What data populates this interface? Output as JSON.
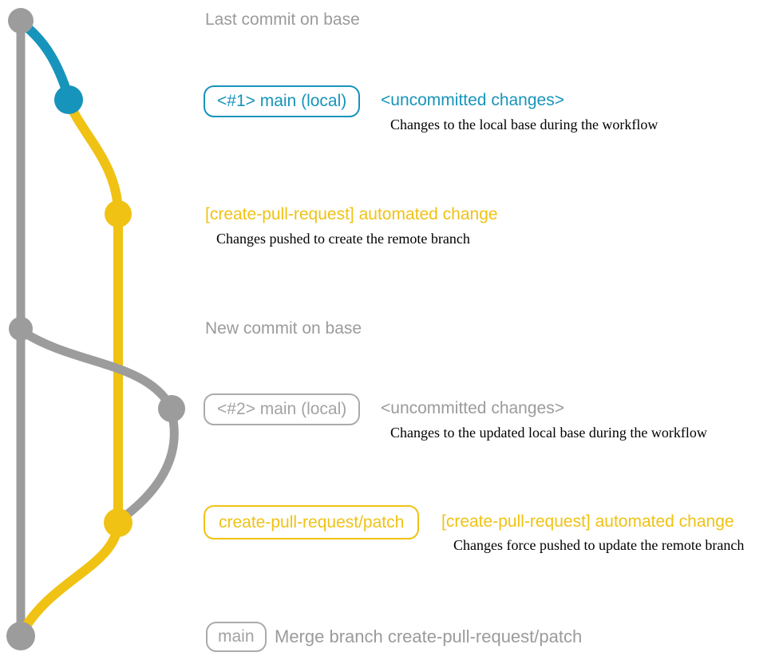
{
  "colors": {
    "gray": "#9c9c9c",
    "teal": "#1794bb",
    "yellow": "#f0c214",
    "caption_text": "#000000",
    "background": "#ffffff"
  },
  "rows": {
    "last_commit": {
      "label": "Last commit on base"
    },
    "row1": {
      "badge": "<#1> main (local)",
      "status": "<uncommitted changes>",
      "caption": "Changes to the local base during the workflow"
    },
    "row2": {
      "message": "[create-pull-request] automated change",
      "caption": "Changes pushed to create the remote branch"
    },
    "new_commit": {
      "label": "New commit on base"
    },
    "row3": {
      "badge": "<#2> main (local)",
      "status": "<uncommitted changes>",
      "caption": "Changes to the updated local base during the workflow"
    },
    "row4": {
      "badge": "create-pull-request/patch",
      "message": "[create-pull-request] automated change",
      "caption": "Changes force pushed to update the remote branch"
    },
    "row5": {
      "badge": "main",
      "label": "Merge branch create-pull-request/patch"
    }
  },
  "graph": {
    "type": "git-branch-diagram",
    "branches": [
      {
        "name": "base",
        "color_name": "gray"
      },
      {
        "name": "main (local)",
        "color_name": "teal-then-gray"
      },
      {
        "name": "create-pull-request/patch",
        "color_name": "yellow"
      }
    ],
    "commits": [
      {
        "order": 1,
        "dot_color": "gray",
        "annotation": "Last commit on base"
      },
      {
        "order": 2,
        "dot_color": "teal",
        "annotation": "<#1> main (local) <uncommitted changes>"
      },
      {
        "order": 3,
        "dot_color": "yellow",
        "annotation": "[create-pull-request] automated change"
      },
      {
        "order": 4,
        "dot_color": "gray",
        "annotation": "New commit on base"
      },
      {
        "order": 5,
        "dot_color": "gray",
        "annotation": "<#2> main (local) <uncommitted changes>"
      },
      {
        "order": 6,
        "dot_color": "yellow",
        "annotation": "create-pull-request/patch [create-pull-request] automated change"
      },
      {
        "order": 7,
        "dot_color": "gray",
        "annotation": "main — Merge branch create-pull-request/patch"
      }
    ]
  }
}
